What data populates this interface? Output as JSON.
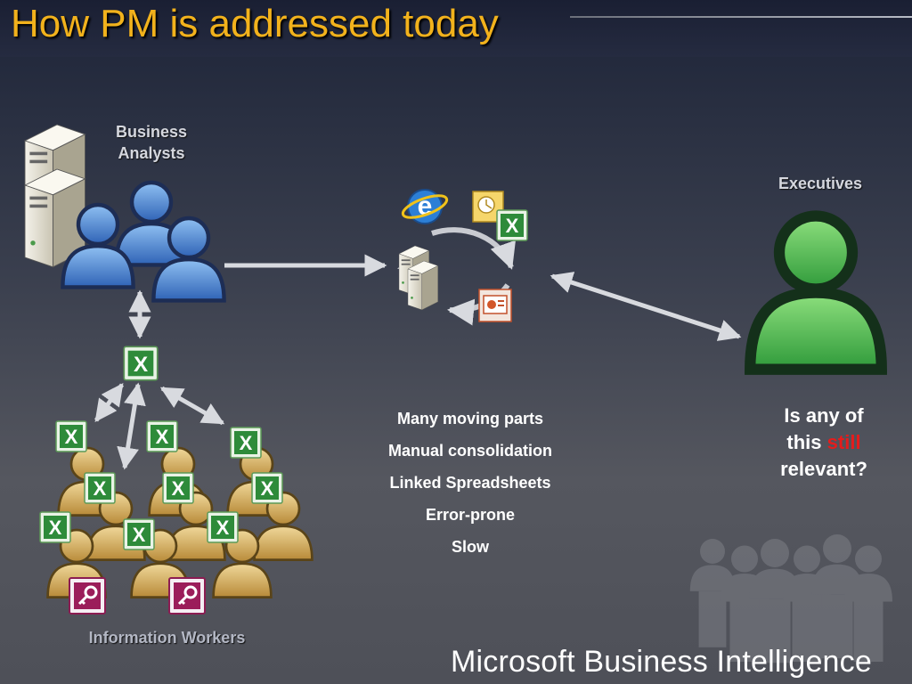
{
  "slide": {
    "title": "How PM is addressed today",
    "labels": {
      "business_analysts_line1": "Business",
      "business_analysts_line2": "Analysts",
      "executives": "Executives",
      "information_workers": "Information Workers"
    },
    "issues": [
      "Many moving parts",
      "Manual consolidation",
      "Linked Spreadsheets",
      "Error-prone",
      "Slow"
    ],
    "question": {
      "line1": "Is any of",
      "line2_pre": "this ",
      "line2_highlight": "still",
      "line3": "relevant?"
    },
    "brand": "Microsoft Business Intelligence",
    "colors": {
      "title": "#f2b21c",
      "highlight": "#e51c1c",
      "analyst_people": "#4a86d4",
      "executive_person": "#3fae45",
      "worker_people": "#d2ac5c",
      "excel_icon": "#2e8b3a"
    },
    "icons": [
      "server-icon",
      "people-icon",
      "excel-icon",
      "access-icon",
      "ie-icon",
      "outlook-icon",
      "powerpoint-icon",
      "arrow-icon"
    ]
  }
}
